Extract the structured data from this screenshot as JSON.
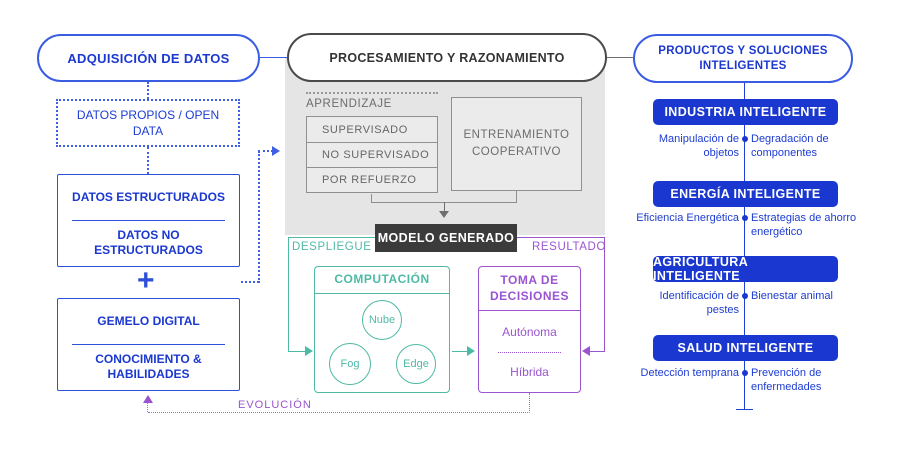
{
  "palette": {
    "blue_text": "#1b38cf",
    "blue_fill": "#1a38cf",
    "blue_border": "#3a5ce2",
    "teal": "#4ebaa5",
    "purple": "#9b54d0",
    "gray_panel": "#e5e5e5",
    "gray_border": "#909090",
    "gray_text": "#6c6c6c",
    "dark_box": "#3b3b3b"
  },
  "left": {
    "title": "ADQUISICIÓN DE DATOS",
    "open_data": "DATOS PROPIOS / OPEN DATA",
    "data_box": {
      "top": "DATOS ESTRUCTURADOS",
      "bottom": "DATOS NO ESTRUCTURADOS"
    },
    "plus": "+",
    "twin_box": {
      "top": "GEMELO DIGITAL",
      "bottom": "CONOCIMIENTO & HABILIDADES"
    }
  },
  "middle": {
    "title": "PROCESAMIENTO Y RAZONAMIENTO",
    "learning_label": "APRENDIZAJE",
    "learning_items": [
      "SUPERVISADO",
      "NO SUPERVISADO",
      "POR REFUERZO"
    ],
    "cooperative": "ENTRENAMIENTO COOPERATIVO",
    "model": "MODELO GENERADO",
    "deploy_label": "DESPLIEGUE",
    "result_label": "RESULTADO",
    "computation": {
      "title": "COMPUTACIÓN",
      "nodes": [
        "Nube",
        "Fog",
        "Edge"
      ]
    },
    "decisions": {
      "title": "TOMA DE DECISIONES",
      "options": [
        "Autónoma",
        "Híbrida"
      ]
    },
    "evolution_label": "EVOLUCIÓN"
  },
  "right": {
    "title": "PRODUCTOS Y SOLUCIONES INTELIGENTES",
    "sections": [
      {
        "label": "INDUSTRIA INTELIGENTE",
        "left": "Manipulación de objetos",
        "right": "Degradación de componentes"
      },
      {
        "label": "ENERGÍA INTELIGENTE",
        "left": "Eficiencia Energética",
        "right": "Estrategias de ahorro energético"
      },
      {
        "label": "AGRICULTURA INTELIGENTE",
        "left": "Identificación de pestes",
        "right": "Bienestar animal"
      },
      {
        "label": "SALUD INTELIGENTE",
        "left": "Detección temprana",
        "right": "Prevención de enfermedades"
      }
    ]
  }
}
